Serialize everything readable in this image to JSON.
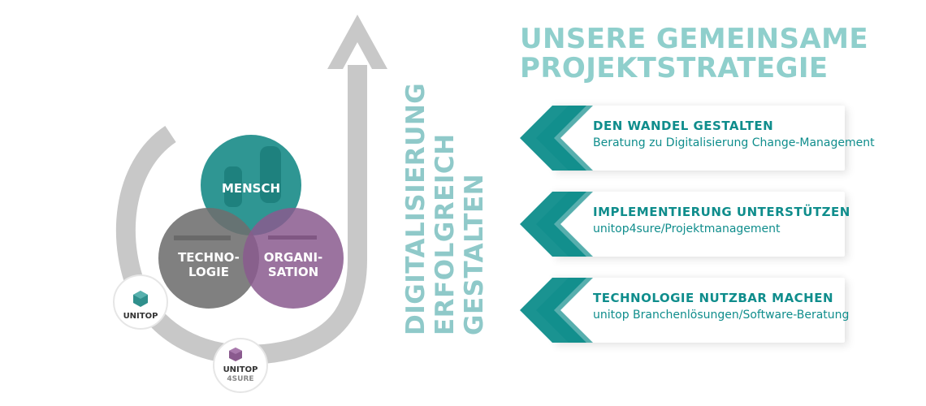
{
  "heading": {
    "line1": "UNSERE GEMEINSAME",
    "line2": "PROJEKTSTRATEGIE"
  },
  "vertical_text": {
    "line1": "DIGITALISIERUNG",
    "line2": "ERFOLGREICH",
    "line3": "GESTALTEN"
  },
  "circles": {
    "mensch": "MENSCH",
    "technologie_line1": "TECHNO-",
    "technologie_line2": "LOGIE",
    "organisation_line1": "ORGANI-",
    "organisation_line2": "SATION"
  },
  "logos": {
    "unitop": "UNITOP",
    "unitop4sure_line1": "UNITOP",
    "unitop4sure_line2": "4SURE"
  },
  "steps": [
    {
      "title": "DEN WANDEL GESTALTEN",
      "subtitle": "Beratung zu Digitalisierung Change-Management"
    },
    {
      "title": "IMPLEMENTIERUNG UNTERSTÜTZEN",
      "subtitle": "unitop4sure/Projektmanagement"
    },
    {
      "title": "TECHNOLOGIE NUTZBAR MACHEN",
      "subtitle": "unitop Branchenlösungen/Software-Beratung"
    }
  ],
  "colors": {
    "teal": "#0f8d8c",
    "teal_light": "#8fcfcc",
    "arrow_gray": "#c8c8c8",
    "purple": "#8a5a8e",
    "gray_circle": "#6e6e6e"
  }
}
